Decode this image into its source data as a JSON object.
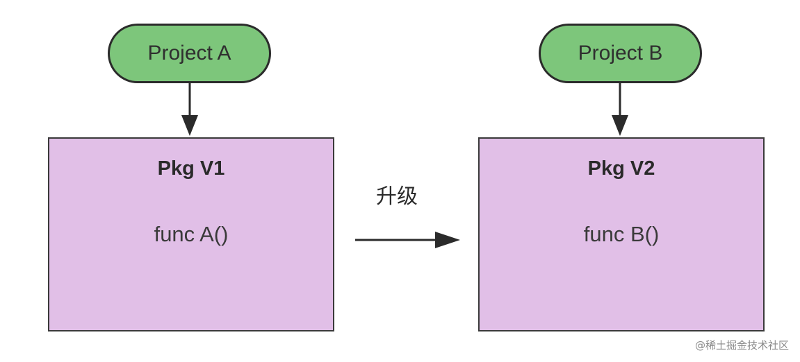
{
  "diagram": {
    "projects": [
      {
        "id": "project-a",
        "label": "Project A"
      },
      {
        "id": "project-b",
        "label": "Project B"
      }
    ],
    "packages": [
      {
        "id": "pkg-v1",
        "title": "Pkg V1",
        "func": "func A()"
      },
      {
        "id": "pkg-v2",
        "title": "Pkg V2",
        "func": "func B()"
      }
    ],
    "upgrade_label": "升级",
    "watermark": "@稀土掘金技术社区"
  },
  "colors": {
    "project_fill": "#7dc67b",
    "package_fill": "#e1bfe7",
    "stroke": "#2b2b2b"
  }
}
